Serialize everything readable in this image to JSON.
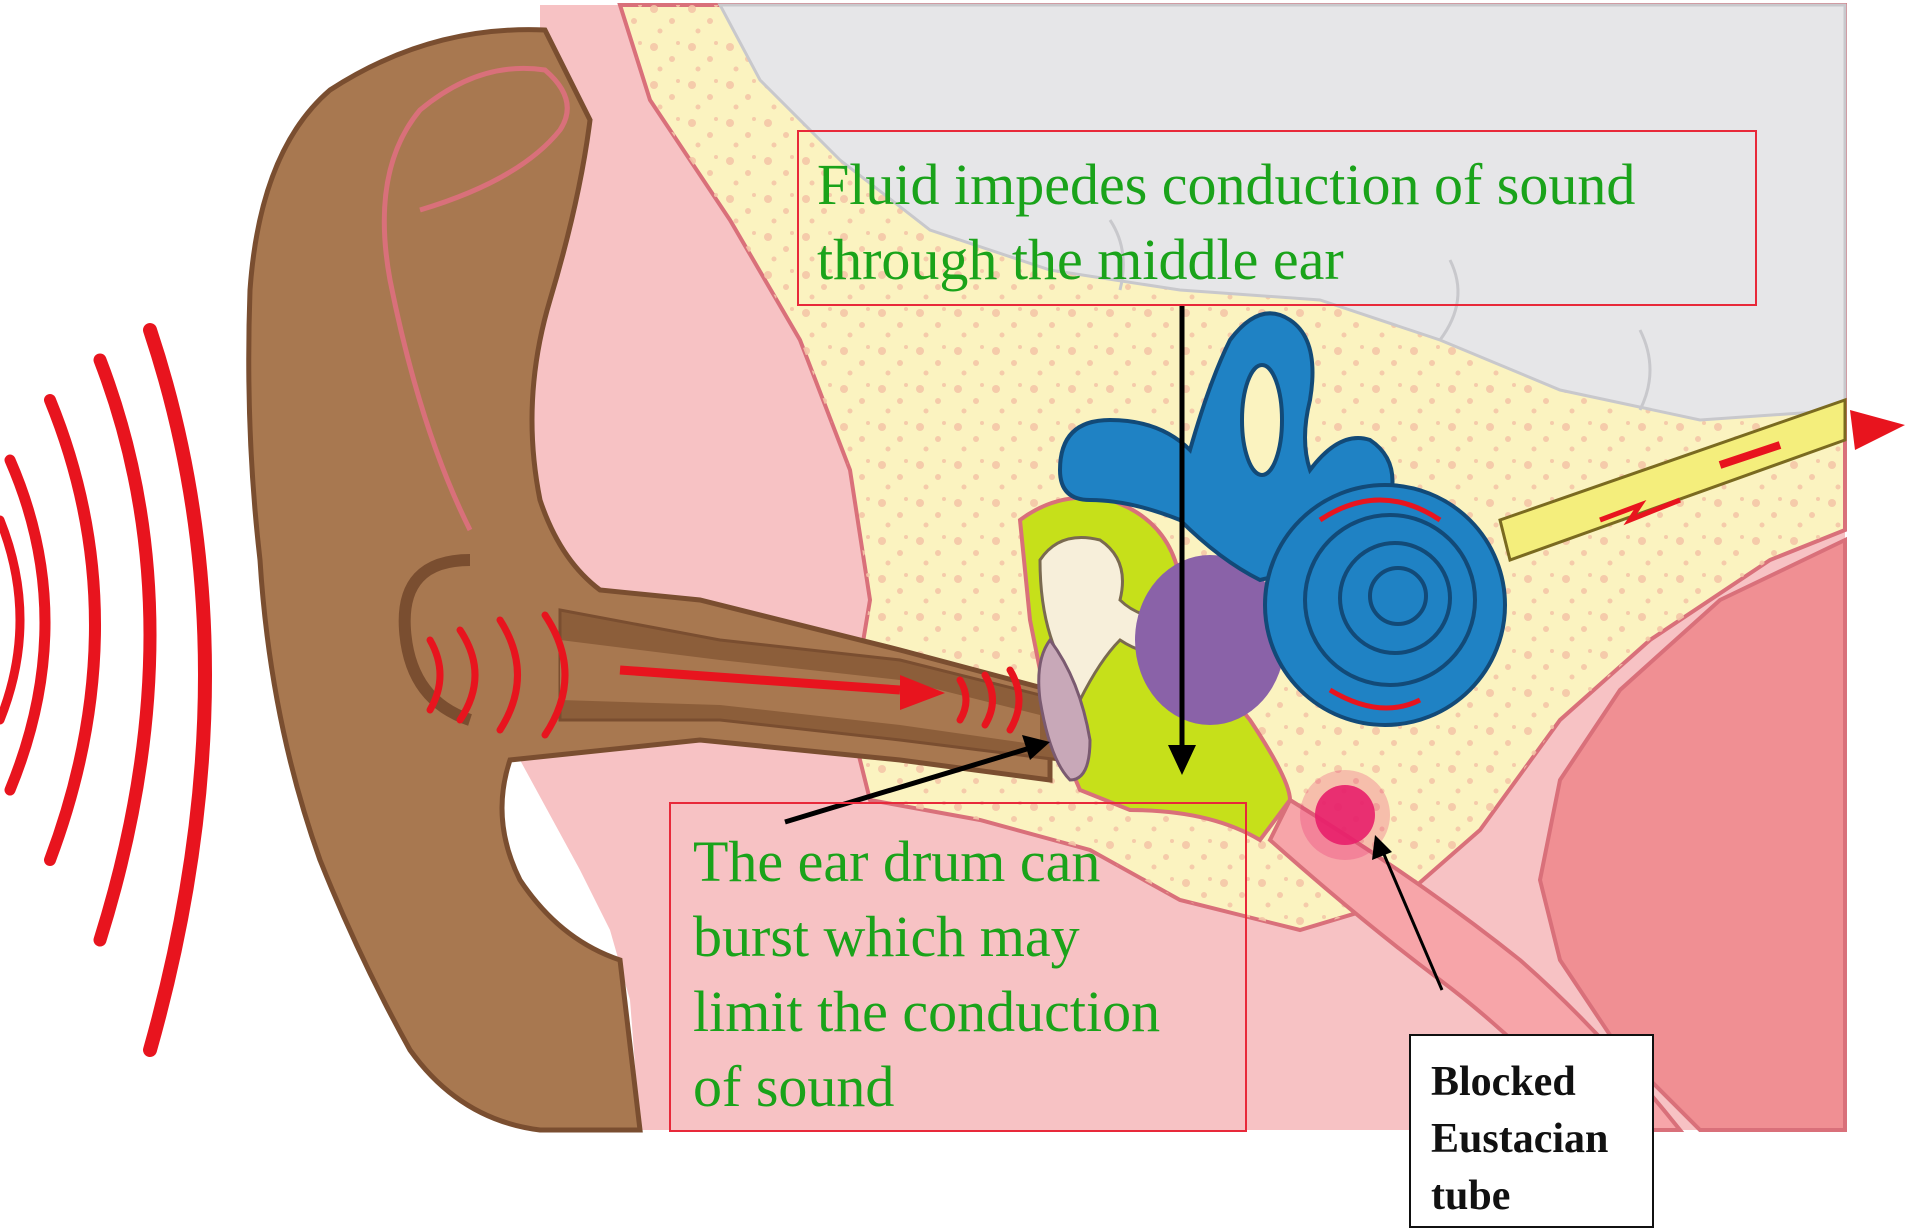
{
  "labels": {
    "fluid": [
      "Fluid impedes conduction of sound",
      "through the middle ear"
    ],
    "ear_drum": [
      "The ear drum can",
      "burst which may",
      "limit the conduction",
      "of sound"
    ],
    "blocked": [
      "Blocked",
      "Eustacian",
      "tube"
    ]
  },
  "colors": {
    "label_text": "#1aa31a",
    "label_border": "#e8293a",
    "sound_waves": "#e8141e",
    "outer_ear": "#a87850",
    "skin_pink": "#f7c2c4",
    "bone_cream": "#fbf3c0",
    "brain_gray": "#e6e6e8",
    "cochlea_blue": "#1f82c4",
    "middle_ear_fluid": "#c6e01a",
    "blockage": "#e81f6a"
  },
  "icons": [
    "sound-wave-icon",
    "arrow-right-icon"
  ]
}
